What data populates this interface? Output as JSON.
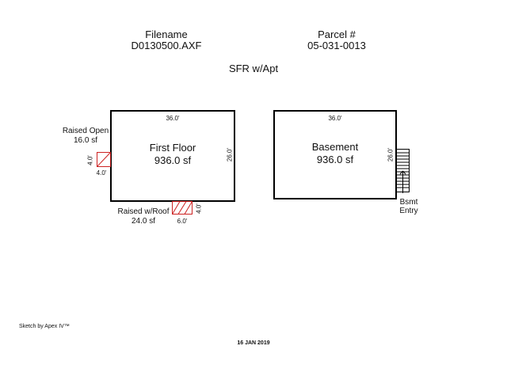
{
  "header": {
    "filename_label": "Filename",
    "filename_value": "D0130500.AXF",
    "parcel_label": "Parcel #",
    "parcel_value": "05-031-0013",
    "property_type": "SFR w/Apt"
  },
  "first_floor": {
    "name": "First Floor",
    "area": "936.0 sf",
    "width": "36.0'",
    "depth": "26.0'"
  },
  "raised_open": {
    "name": "Raised Open",
    "area": "16.0 sf",
    "side_a": "4.0'",
    "side_b": "4.0'"
  },
  "raised_roof": {
    "name": "Raised w/Roof",
    "area": "24.0 sf",
    "width": "6.0'",
    "depth": "4.0'"
  },
  "basement": {
    "name": "Basement",
    "area": "936.0 sf",
    "width": "36.0'",
    "depth": "26.0'"
  },
  "bsmt_entry": {
    "line1": "Bsmt",
    "line2": "Entry"
  },
  "footer": {
    "software": "Sketch by Apex IV™",
    "date": "16 JAN 2019"
  }
}
